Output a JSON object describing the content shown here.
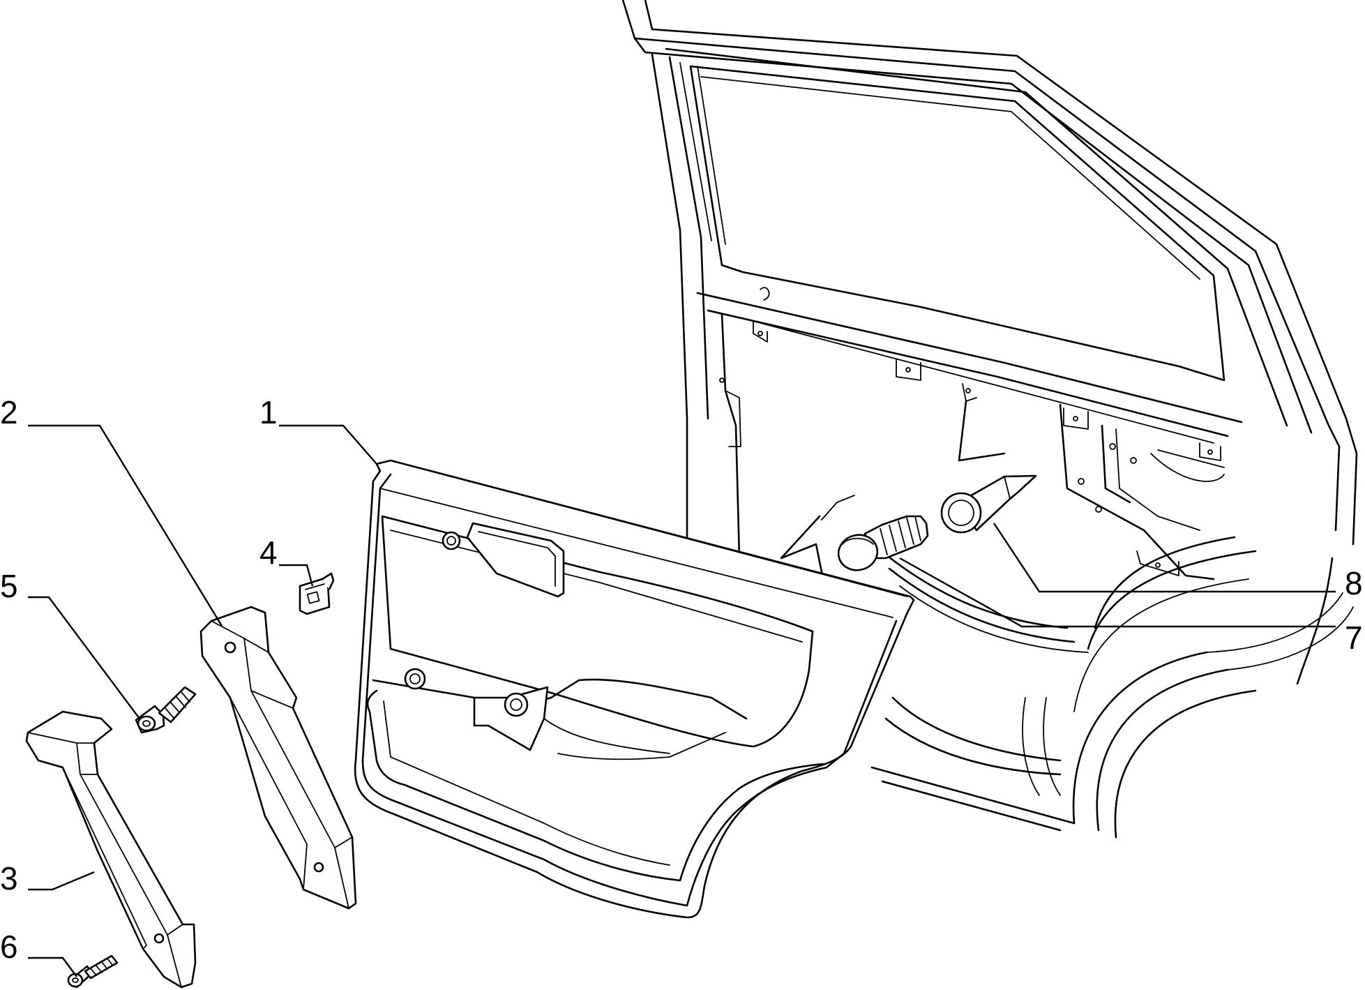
{
  "callouts": [
    {
      "id": "1",
      "label": "1"
    },
    {
      "id": "2",
      "label": "2"
    },
    {
      "id": "3",
      "label": "3"
    },
    {
      "id": "4",
      "label": "4"
    },
    {
      "id": "5",
      "label": "5"
    },
    {
      "id": "6",
      "label": "6"
    },
    {
      "id": "7",
      "label": "7"
    },
    {
      "id": "8",
      "label": "8"
    }
  ],
  "colors": {
    "line": "#000000",
    "background": "#ffffff"
  }
}
